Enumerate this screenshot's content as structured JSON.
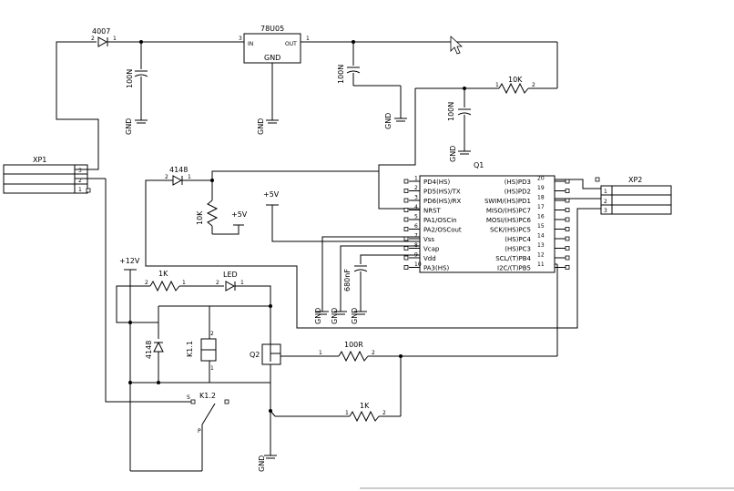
{
  "schematic": {
    "connectors": {
      "xp1": {
        "ref": "XP1",
        "pins": [
          "3",
          "2",
          "1"
        ]
      },
      "xp2": {
        "ref": "XP2",
        "pins": [
          "1",
          "2",
          "3"
        ]
      }
    },
    "regulator": {
      "part": "78U05",
      "in": "IN",
      "out": "OUT",
      "gnd": "GND",
      "pin_in": "3",
      "pin_out": "1"
    },
    "parts": {
      "d_4007": "4007",
      "d_4148_top": "4148",
      "d_4148_relay": "4148",
      "c1": "100N",
      "c2": "100N",
      "c3": "100N",
      "c_680": "680nF",
      "r_10k_top": "10K",
      "r_10k_left": "10K",
      "r_1k_top": "1K",
      "r_100r": "100R",
      "r_1k_bottom": "1K",
      "led": "LED",
      "relay_coil": "K1.1",
      "relay_switch": "K1.2",
      "transistor": "Q2",
      "mcu": "Q1"
    },
    "power": {
      "gnd": "GND",
      "p5v_a": "+5V",
      "p5v_b": "+5V",
      "p12v": "+12V"
    },
    "mcu_left_pins": [
      {
        "num": "1",
        "name": "PD4(HS)"
      },
      {
        "num": "2",
        "name": "PD5(HS)/TX"
      },
      {
        "num": "3",
        "name": "PD6(HS)/RX"
      },
      {
        "num": "4",
        "name": "NRST"
      },
      {
        "num": "5",
        "name": "PA1/OSCin"
      },
      {
        "num": "6",
        "name": "PA2/OSCout"
      },
      {
        "num": "7",
        "name": "Vss"
      },
      {
        "num": "8",
        "name": "Vcap"
      },
      {
        "num": "9",
        "name": "Vdd"
      },
      {
        "num": "10",
        "name": "PA3(HS)"
      }
    ],
    "mcu_right_pins": [
      {
        "num": "20",
        "name": "(HS)PD3"
      },
      {
        "num": "19",
        "name": "(HS)PD2"
      },
      {
        "num": "18",
        "name": "SWIM/(HS)PD1"
      },
      {
        "num": "17",
        "name": "MISO/(HS)PC7"
      },
      {
        "num": "16",
        "name": "MOSI/(HS)PC6"
      },
      {
        "num": "15",
        "name": "SCK/(HS)PC5"
      },
      {
        "num": "14",
        "name": "(HS)PC4"
      },
      {
        "num": "13",
        "name": "(HS)PC3"
      },
      {
        "num": "12",
        "name": "SCL/(T)PB4"
      },
      {
        "num": "11",
        "name": "I2C/(T)PB5"
      }
    ],
    "pin_numbers": {
      "one": "1",
      "two": "2",
      "three": "3",
      "s": "S",
      "p": "P"
    }
  }
}
